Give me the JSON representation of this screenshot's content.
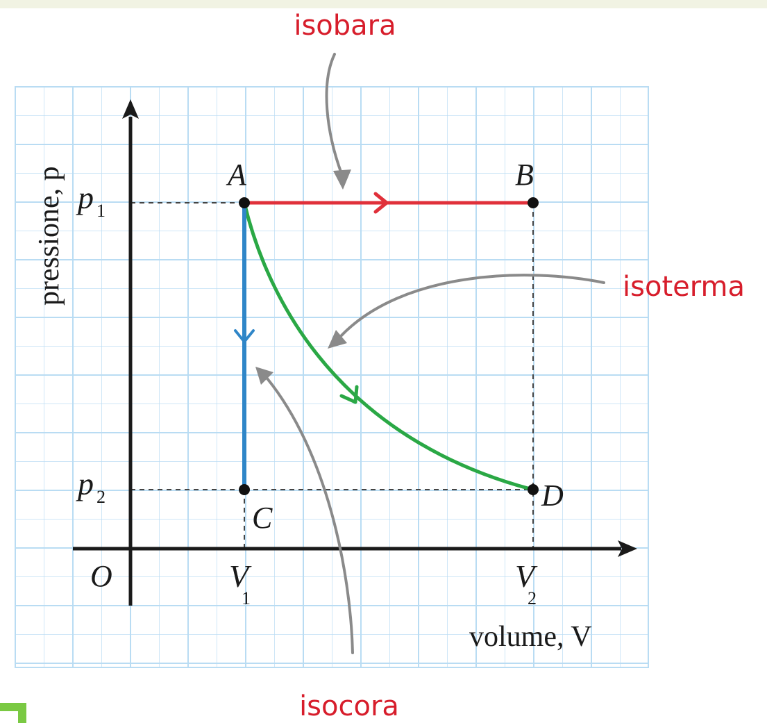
{
  "diagram": {
    "labels": {
      "isobar": "isobara",
      "isotherm": "isoterma",
      "isochore": "isocora"
    },
    "axes": {
      "x_label": "volume, V",
      "y_label": "pressione, p",
      "origin": "O"
    },
    "ticks": {
      "p1": "p",
      "p1_sub": "1",
      "p2": "p",
      "p2_sub": "2",
      "v1": "V",
      "v1_sub": "1",
      "v2": "V",
      "v2_sub": "2"
    },
    "points": {
      "A": "A",
      "B": "B",
      "C": "C",
      "D": "D"
    },
    "colors": {
      "isobar": "#e0303a",
      "isotherm": "#2aa845",
      "isochore": "#2f86c8",
      "label_red": "#d71d2b",
      "grid": "#b9dcf3",
      "axis": "#1a1a1a",
      "pointer": "#8a8a8a",
      "corner_mark": "#7ac943"
    }
  }
}
